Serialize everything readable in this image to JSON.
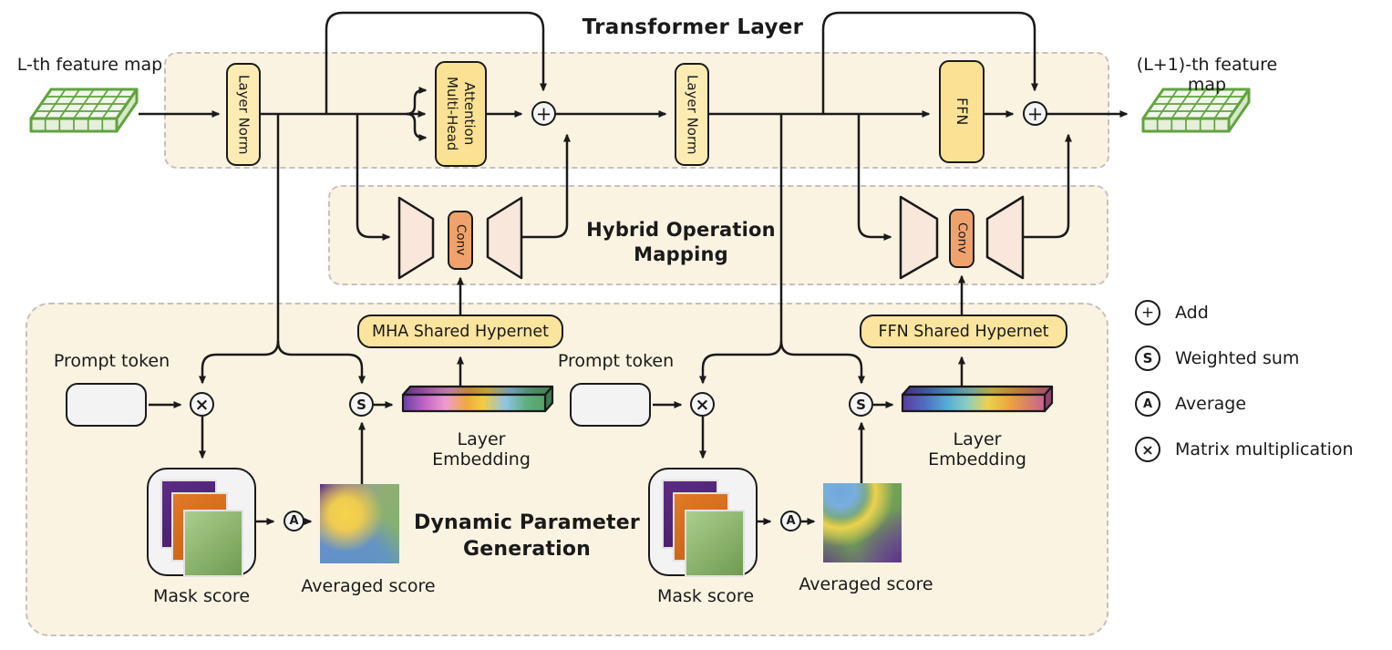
{
  "title": "Transformer Layer",
  "io": {
    "input_label": "L-th feature map",
    "output_label": "(L+1)-th feature map"
  },
  "transformer": {
    "layer_norm_1": "Layer Norm",
    "mha_line1": "Multi-Head",
    "mha_line2": "Attention",
    "layer_norm_2": "Layer Norm",
    "ffn": "FFN"
  },
  "hybrid_operation_mapping": {
    "title_line1": "Hybrid Operation",
    "title_line2": "Mapping",
    "conv_label": "Conv"
  },
  "dynamic_parameter_generation": {
    "title_line1": "Dynamic Parameter",
    "title_line2": "Generation",
    "mha_hypernet_label": "MHA Shared Hypernet",
    "ffn_hypernet_label": "FFN Shared Hypernet",
    "mha_branch": {
      "prompt_token_label": "Prompt token",
      "mask_score_label": "Mask score",
      "averaged_score_label": "Averaged score",
      "layer_embedding_label": "Layer Embedding"
    },
    "ffn_branch": {
      "prompt_token_label": "Prompt token",
      "mask_score_label": "Mask score",
      "averaged_score_label": "Averaged score",
      "layer_embedding_label": "Layer Embedding"
    }
  },
  "operators": {
    "add": "+",
    "weighted_sum": "S",
    "average": "A",
    "matmul": "×"
  },
  "legend": {
    "items": [
      {
        "symbol": "+",
        "label": "Add"
      },
      {
        "symbol": "S",
        "label": "Weighted sum"
      },
      {
        "symbol": "A",
        "label": "Average"
      },
      {
        "symbol": "×",
        "label": "Matrix multiplication"
      }
    ]
  },
  "colors": {
    "panel_fill": "#FBF3E1",
    "panel_border": "#C2C2C2",
    "box_yellow": "#FAE193",
    "box_yellow_light": "#FCECB4",
    "hypernet_yellow": "#FBE49E",
    "conv_orange": "#EFA26B",
    "trapezoid_peach": "#F8E7DA",
    "token_gray": "#F3F3F3",
    "cube_purple": "#7B3FA0",
    "cube_orange": "#E5761F",
    "cube_green": "#A6CA8A",
    "feature_map_green": "#61A33F",
    "line_black": "#1A1A1A"
  }
}
